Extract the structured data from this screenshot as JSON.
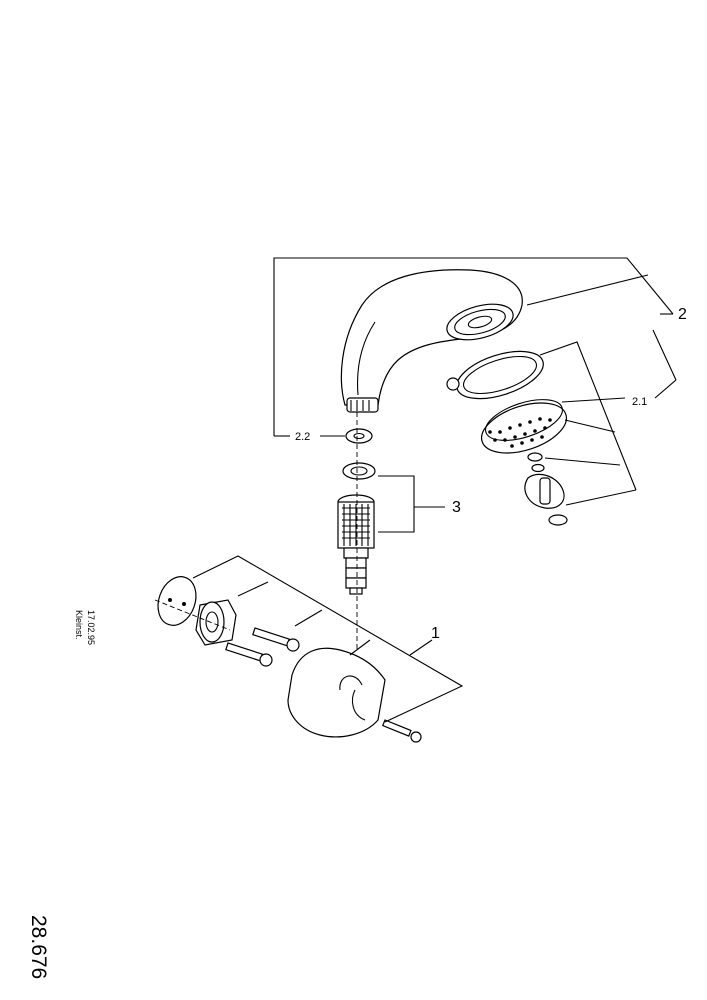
{
  "callouts": {
    "wall_holder": "1",
    "hand_shower": "2",
    "spray_face": "2.1",
    "seal_washer": "2.2",
    "hose_nut": "3"
  },
  "meta": {
    "date": "17.02.95",
    "author": "Kleinst."
  },
  "document_number": "28.676"
}
